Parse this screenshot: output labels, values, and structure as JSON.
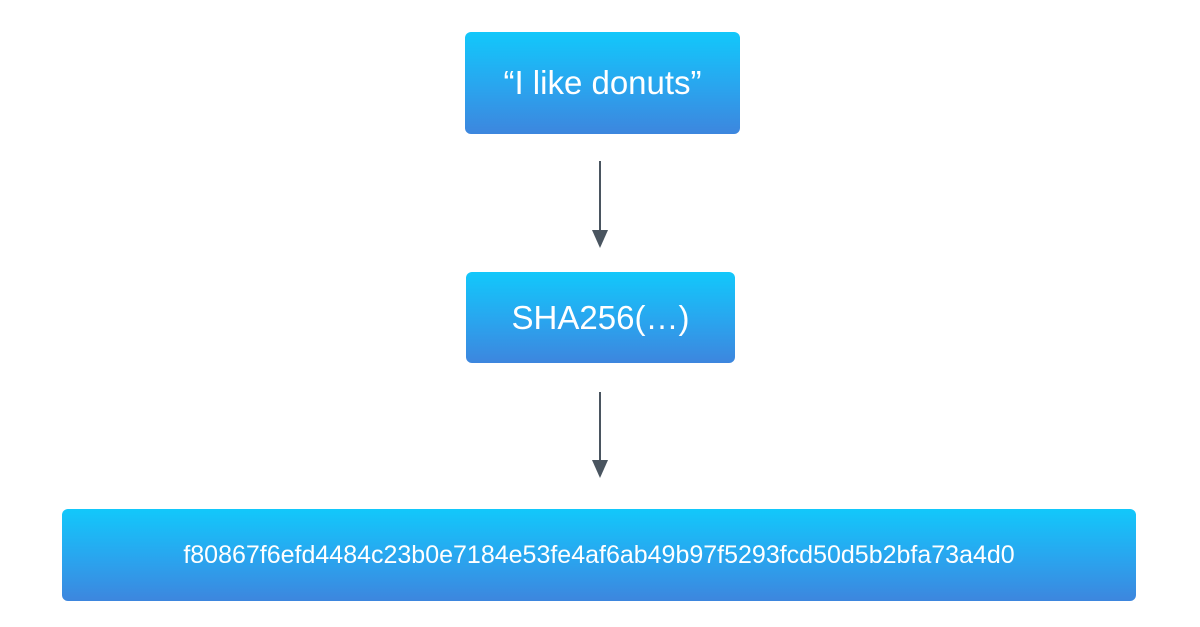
{
  "diagram": {
    "input_label": "“I like donuts”",
    "function_label": "SHA256(…)",
    "output_label": "f80867f6efd4484c23b0e7184e53fe4af6ab49b97f5293fcd50d5b2bfa73a4d0",
    "colors": {
      "box_gradient_top": "#12c8fb",
      "box_gradient_bottom": "#3d86de",
      "arrow": "#4a5560",
      "text": "#ffffff"
    }
  }
}
